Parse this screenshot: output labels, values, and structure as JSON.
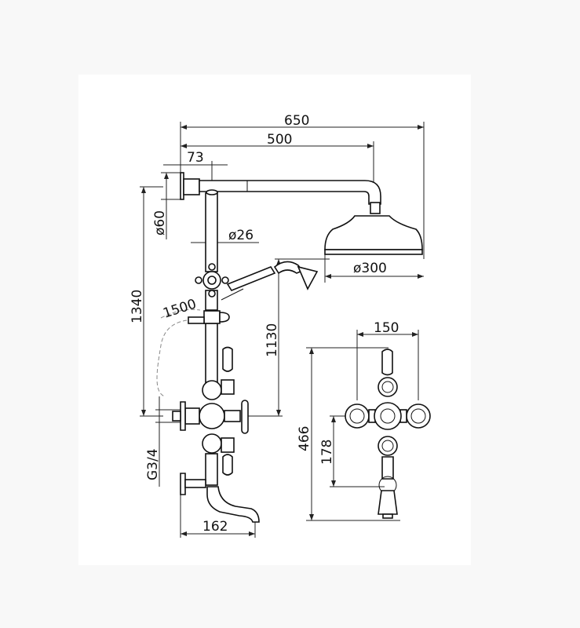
{
  "dimensions": {
    "overall_width": "650",
    "arm_length": "500",
    "wall_offset": "73",
    "flange_diameter": "ø60",
    "riser_diameter": "ø26",
    "head_diameter": "ø300",
    "total_height": "1340",
    "hose_length": "1500",
    "mixer_height": "1130",
    "inlet_thread": "G3/4",
    "spout_projection": "162",
    "front_width": "150",
    "front_height": "466",
    "inlet_spacing": "178"
  }
}
